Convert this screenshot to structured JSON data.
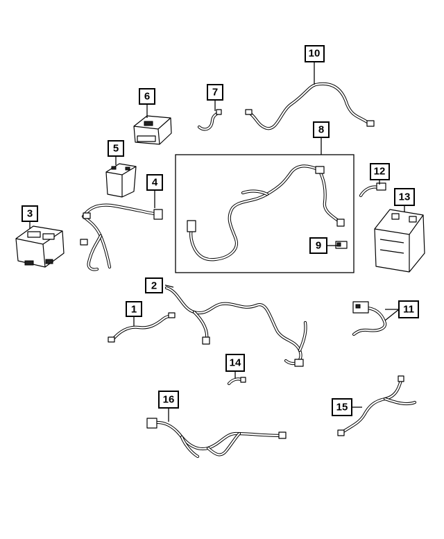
{
  "callouts": [
    {
      "id": "c1",
      "label": "1"
    },
    {
      "id": "c2",
      "label": "2"
    },
    {
      "id": "c3",
      "label": "3"
    },
    {
      "id": "c4",
      "label": "4"
    },
    {
      "id": "c5",
      "label": "5"
    },
    {
      "id": "c6",
      "label": "6"
    },
    {
      "id": "c7",
      "label": "7"
    },
    {
      "id": "c8",
      "label": "8"
    },
    {
      "id": "c9",
      "label": "9"
    },
    {
      "id": "c10",
      "label": "10"
    },
    {
      "id": "c11",
      "label": "11"
    },
    {
      "id": "c12",
      "label": "12"
    },
    {
      "id": "c13",
      "label": "13"
    },
    {
      "id": "c14",
      "label": "14"
    },
    {
      "id": "c15",
      "label": "15"
    },
    {
      "id": "c16",
      "label": "16"
    }
  ],
  "colors": {
    "line": "#000000",
    "background": "#ffffff"
  }
}
